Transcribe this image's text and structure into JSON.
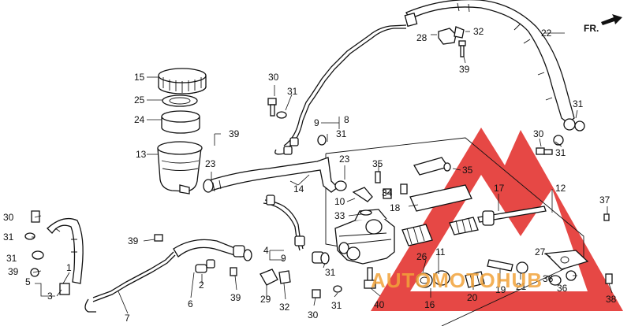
{
  "diagram": {
    "direction_label": "FR.",
    "callouts": {
      "c1": "1",
      "c2": "2",
      "c3": "3",
      "c4": "4",
      "c5": "5",
      "c6": "6",
      "c7": "7",
      "c8": "8",
      "c9a": "9",
      "c9b": "9",
      "c10": "10",
      "c11": "11",
      "c12": "12",
      "c13": "13",
      "c14": "14",
      "c15": "15",
      "c16": "16",
      "c17": "17",
      "c18": "18",
      "c19": "19",
      "c20": "20",
      "c21": "21",
      "c22": "22",
      "c23a": "23",
      "c23b": "23",
      "c24": "24",
      "c25": "25",
      "c26": "26",
      "c27": "27",
      "c28": "28",
      "c29": "29",
      "c30a": "30",
      "c30b": "30",
      "c30c": "30",
      "c30d": "30",
      "c31a": "31",
      "c31b": "31",
      "c31c": "31",
      "c31d": "31",
      "c31e": "31",
      "c31f": "31",
      "c31g": "31",
      "c32a": "32",
      "c32b": "32",
      "c33": "33",
      "c34": "34",
      "c35a": "35",
      "c35b": "35",
      "c36a": "36",
      "c36b": "36",
      "c37": "37",
      "c38": "38",
      "c39a": "39",
      "c39b": "39",
      "c39c": "39",
      "c39d": "39",
      "c39e": "39",
      "c40": "40"
    },
    "watermark": {
      "text": "AUTOMOTOHUB",
      "colors": {
        "triangle": "#e0201c",
        "text_primary": "#f2a33a",
        "text_secondary": "#b8b8b8"
      }
    }
  }
}
